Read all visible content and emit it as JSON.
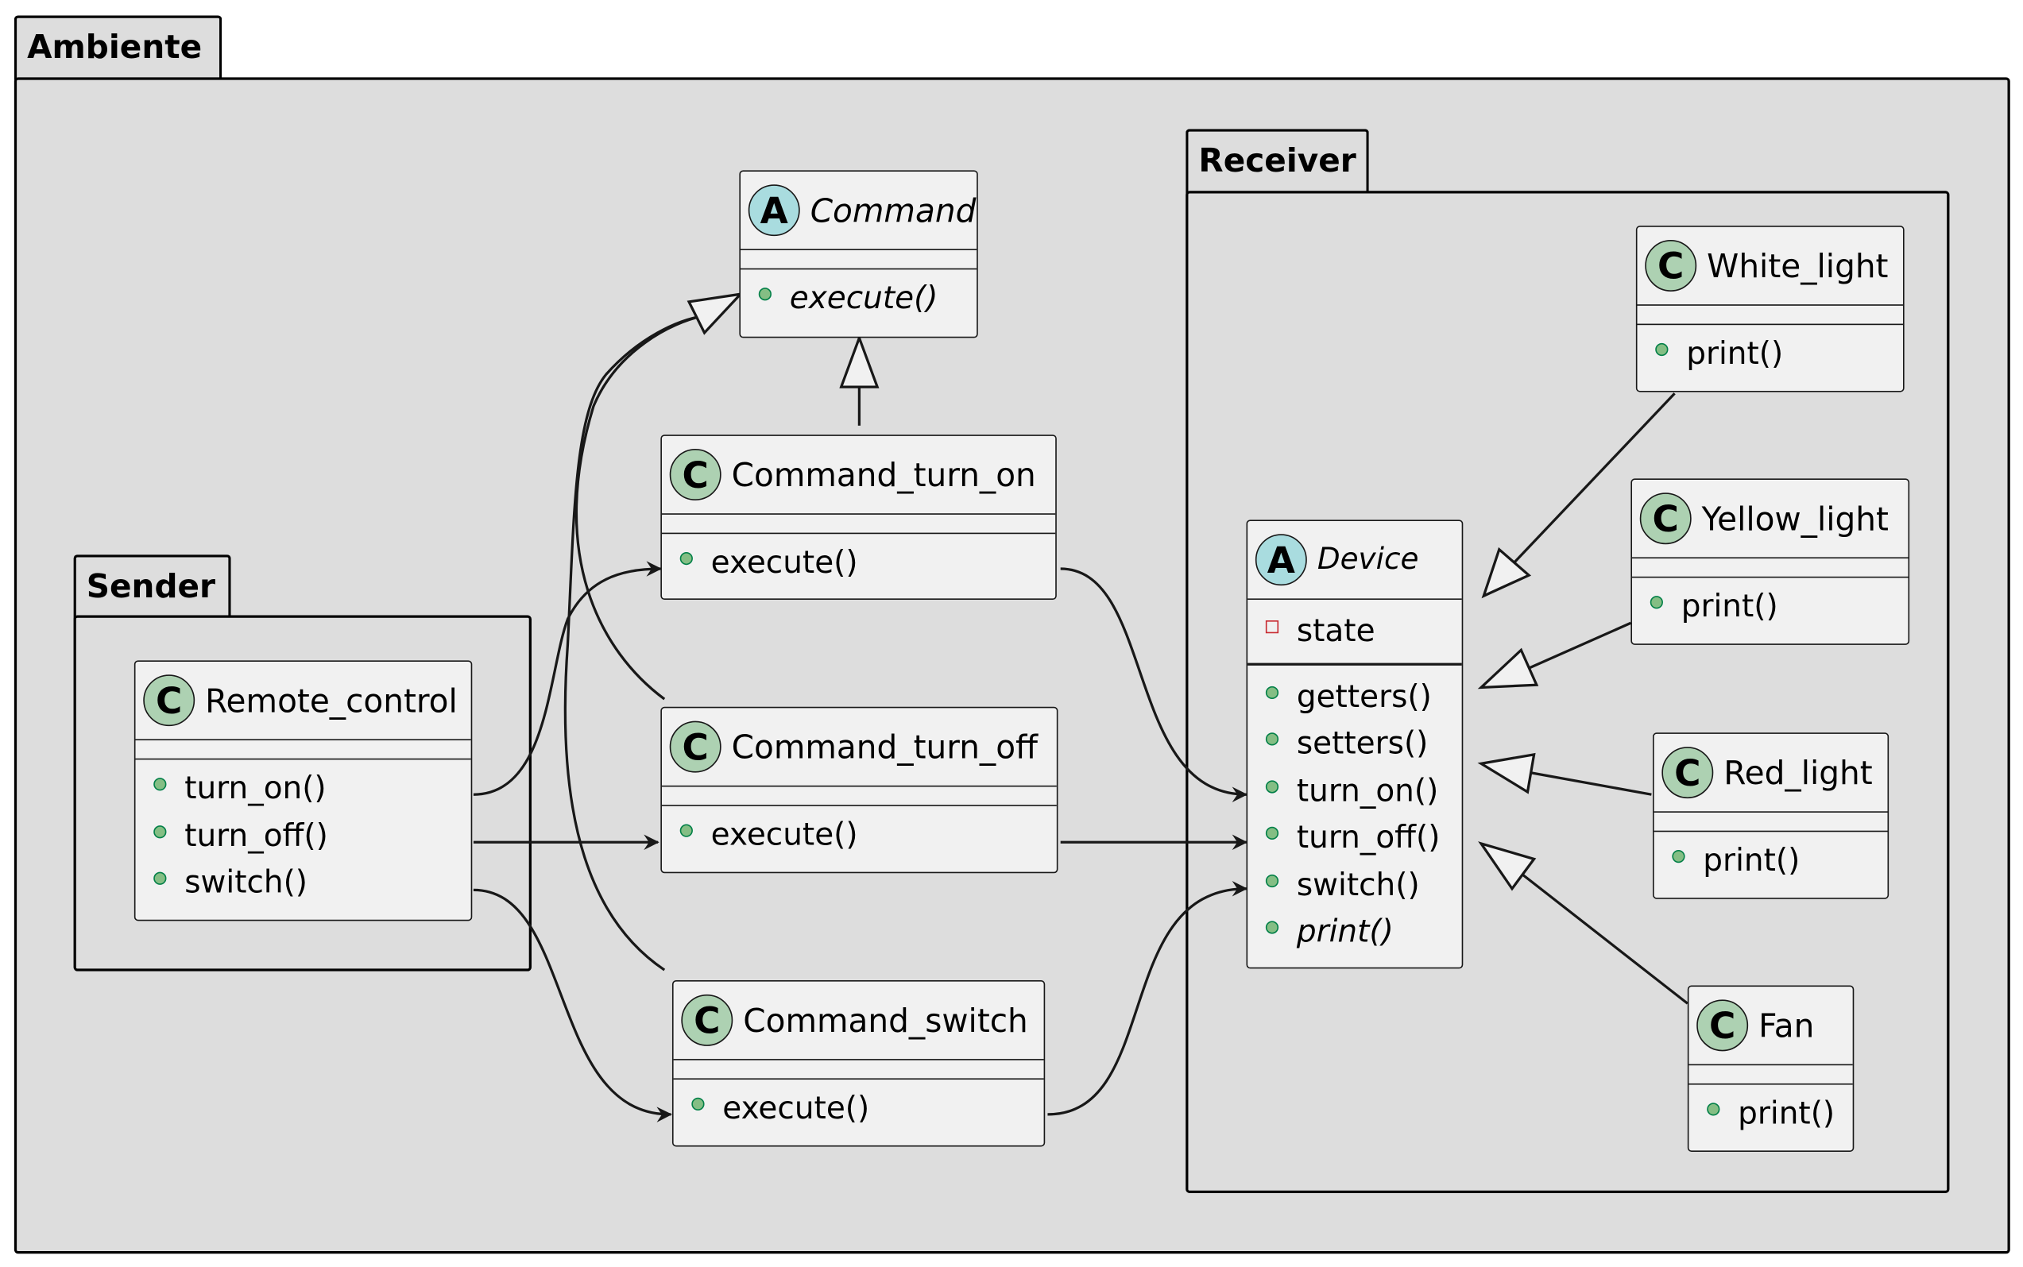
{
  "packages": {
    "ambiente": "Ambiente",
    "sender": "Sender",
    "receiver": "Receiver"
  },
  "classes": {
    "command": {
      "stereotype": "A",
      "name": "Command",
      "abstract": true,
      "members": [
        {
          "vis": "+",
          "text": "execute()",
          "abstract": true
        }
      ]
    },
    "command_turn_on": {
      "stereotype": "C",
      "name": "Command_turn_on",
      "members": [
        {
          "vis": "+",
          "text": "execute()"
        }
      ]
    },
    "command_turn_off": {
      "stereotype": "C",
      "name": "Command_turn_off",
      "members": [
        {
          "vis": "+",
          "text": "execute()"
        }
      ]
    },
    "command_switch": {
      "stereotype": "C",
      "name": "Command_switch",
      "members": [
        {
          "vis": "+",
          "text": "execute()"
        }
      ]
    },
    "remote_control": {
      "stereotype": "C",
      "name": "Remote_control",
      "members": [
        {
          "vis": "+",
          "text": "turn_on()"
        },
        {
          "vis": "+",
          "text": "turn_off()"
        },
        {
          "vis": "+",
          "text": "switch()"
        }
      ]
    },
    "device": {
      "stereotype": "A",
      "name": "Device",
      "abstract": true,
      "fields": [
        {
          "vis": "-",
          "text": "state"
        }
      ],
      "members": [
        {
          "vis": "+",
          "text": "getters()"
        },
        {
          "vis": "+",
          "text": "setters()"
        },
        {
          "vis": "+",
          "text": "turn_on()"
        },
        {
          "vis": "+",
          "text": "turn_off()"
        },
        {
          "vis": "+",
          "text": "switch()"
        },
        {
          "vis": "+",
          "text": "print()",
          "abstract": true
        }
      ]
    },
    "white_light": {
      "stereotype": "C",
      "name": "White_light",
      "members": [
        {
          "vis": "+",
          "text": "print()"
        }
      ]
    },
    "yellow_light": {
      "stereotype": "C",
      "name": "Yellow_light",
      "members": [
        {
          "vis": "+",
          "text": "print()"
        }
      ]
    },
    "red_light": {
      "stereotype": "C",
      "name": "Red_light",
      "members": [
        {
          "vis": "+",
          "text": "print()"
        }
      ]
    },
    "fan": {
      "stereotype": "C",
      "name": "Fan",
      "members": [
        {
          "vis": "+",
          "text": "print()"
        }
      ]
    }
  },
  "relations": [
    {
      "type": "inheritance",
      "from": "Command_turn_on",
      "to": "Command"
    },
    {
      "type": "inheritance",
      "from": "Command_turn_off",
      "to": "Command"
    },
    {
      "type": "inheritance",
      "from": "Command_switch",
      "to": "Command"
    },
    {
      "type": "association",
      "from": "Remote_control.turn_on()",
      "to": "Command_turn_on.execute()"
    },
    {
      "type": "association",
      "from": "Remote_control.turn_off()",
      "to": "Command_turn_off.execute()"
    },
    {
      "type": "association",
      "from": "Remote_control.switch()",
      "to": "Command_switch.execute()"
    },
    {
      "type": "association",
      "from": "Command_turn_on.execute()",
      "to": "Device.turn_on()"
    },
    {
      "type": "association",
      "from": "Command_turn_off.execute()",
      "to": "Device.turn_off()"
    },
    {
      "type": "association",
      "from": "Command_switch.execute()",
      "to": "Device.switch()"
    },
    {
      "type": "inheritance",
      "from": "White_light",
      "to": "Device"
    },
    {
      "type": "inheritance",
      "from": "Yellow_light",
      "to": "Device"
    },
    {
      "type": "inheritance",
      "from": "Red_light",
      "to": "Device"
    },
    {
      "type": "inheritance",
      "from": "Fan",
      "to": "Device"
    }
  ]
}
